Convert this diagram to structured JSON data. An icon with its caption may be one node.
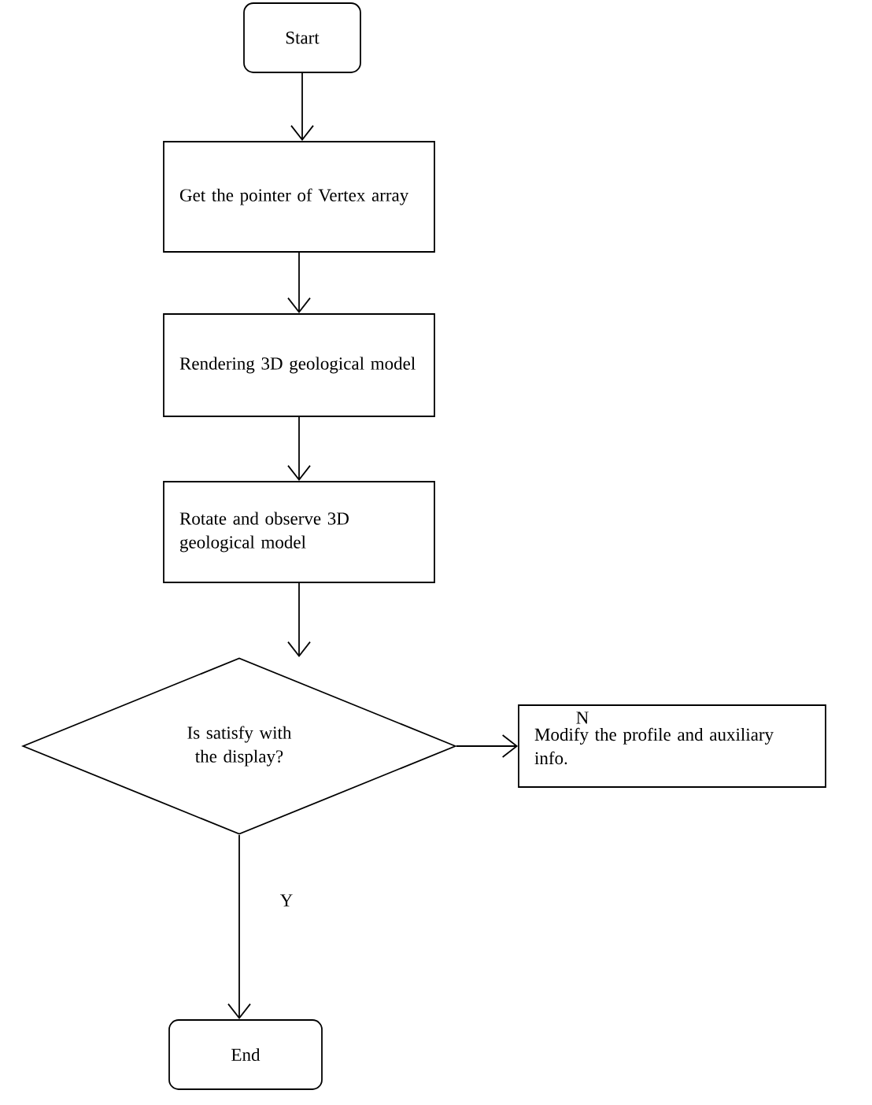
{
  "diagram": {
    "nodes": [
      {
        "text": [
          "Start"
        ]
      },
      {
        "text": [
          "Get the pointer of Vertex array"
        ]
      },
      {
        "text": [
          "Rendering 3D geological model"
        ]
      },
      {
        "text": [
          "Rotate and observe 3D geological model"
        ]
      },
      {
        "text": [
          "Is satisfy with the display?"
        ]
      },
      {
        "text": [
          "Modify the profile and auxiliary info."
        ]
      },
      {
        "text": [
          "End"
        ]
      }
    ],
    "edges": [
      {
        "from": 0,
        "to": 1,
        "arrow": "to"
      },
      {
        "from": 1,
        "to": 2,
        "arrow": "to"
      },
      {
        "from": 2,
        "to": 3,
        "arrow": "to"
      },
      {
        "from": 3,
        "to": 4,
        "arrow": "to"
      },
      {
        "from": 4,
        "to": 5,
        "arrow": "to",
        "label": "N"
      },
      {
        "from": 4,
        "to": 6,
        "arrow": "to",
        "label": "Y"
      }
    ]
  }
}
